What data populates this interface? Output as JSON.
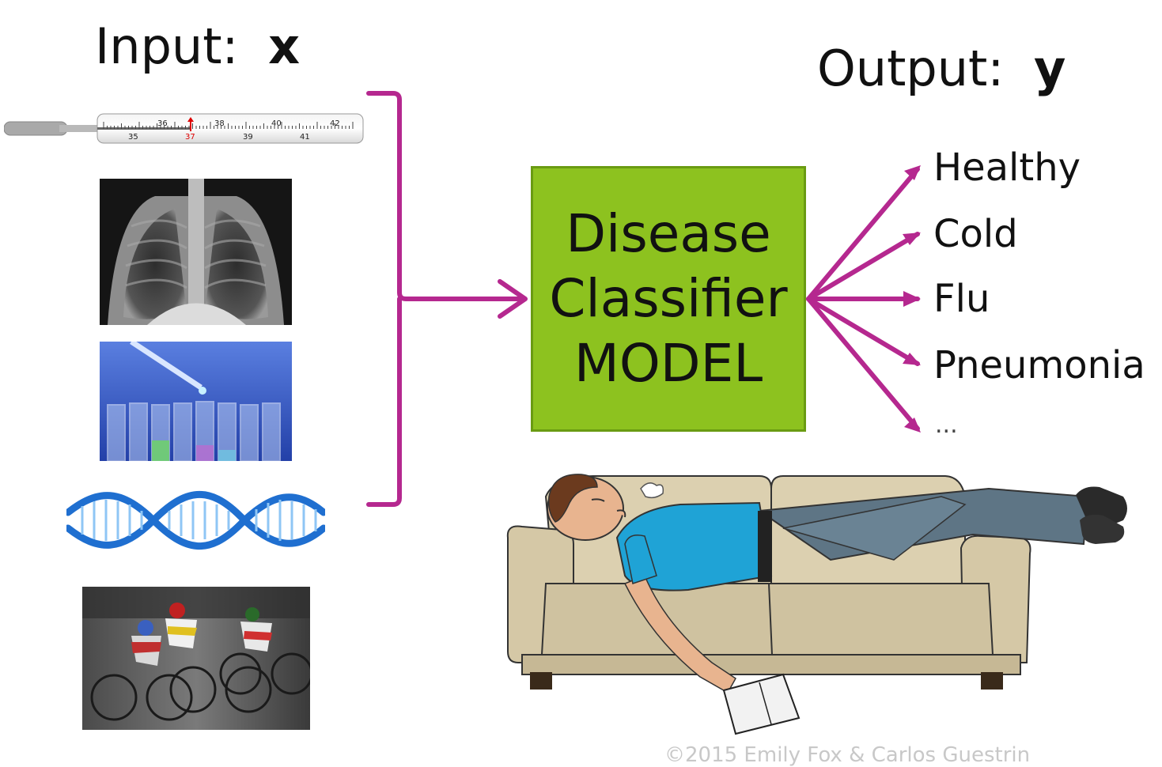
{
  "input_label": "Input:",
  "input_var": "x",
  "output_label": "Output:",
  "output_var": "y",
  "model": {
    "line1": "Disease",
    "line2": "Classifier",
    "line3": "MODEL"
  },
  "outputs": [
    "Healthy",
    "Cold",
    "Flu",
    "Pneumonia",
    "..."
  ],
  "thermometer": {
    "major_ticks": [
      "36",
      "38",
      "40",
      "42"
    ],
    "minor_ticks": [
      "35",
      "37",
      "39",
      "41"
    ]
  },
  "colors": {
    "arrow": "#b5288f",
    "model_fill": "#8dc21f",
    "model_border": "#6a9b12"
  },
  "input_icons": [
    "thermometer-icon",
    "chest-xray-image",
    "test-tubes-image",
    "dna-helix-image",
    "cyclists-image"
  ],
  "footer": "©2015 Emily Fox & Carlos Guestrin"
}
